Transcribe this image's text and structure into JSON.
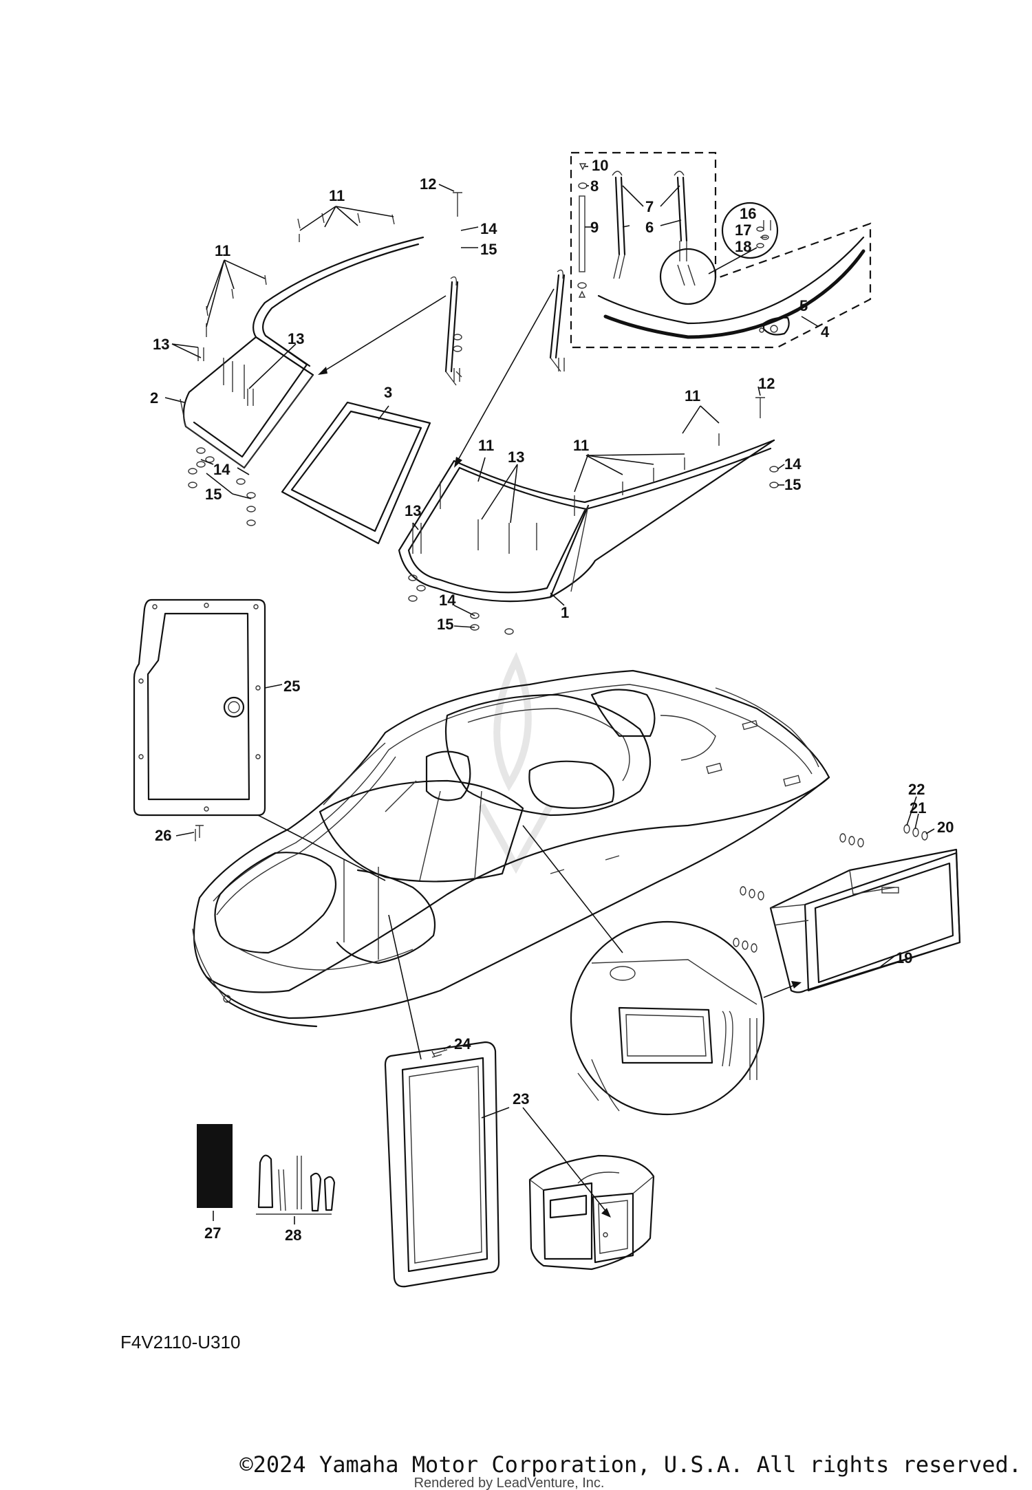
{
  "diagram": {
    "code": "F4V2110-U310",
    "callouts": {
      "n1": "1",
      "n2": "2",
      "n3": "3",
      "n4": "4",
      "n5": "5",
      "n6": "6",
      "n7": "7",
      "n8": "8",
      "n9": "9",
      "n10": "10",
      "n11": "11",
      "n12": "12",
      "n13": "13",
      "n14": "14",
      "n15": "15",
      "n16": "16",
      "n17": "17",
      "n18": "18",
      "n19": "19",
      "n20": "20",
      "n21": "21",
      "n22": "22",
      "n23": "23",
      "n24": "24",
      "n25": "25",
      "n26": "26",
      "n27": "27",
      "n28": "28"
    }
  },
  "footer": {
    "copyright": "©2024 Yamaha Motor Corporation, U.S.A. All rights reserved.",
    "rendered_by": "Rendered by LeadVenture, Inc."
  }
}
